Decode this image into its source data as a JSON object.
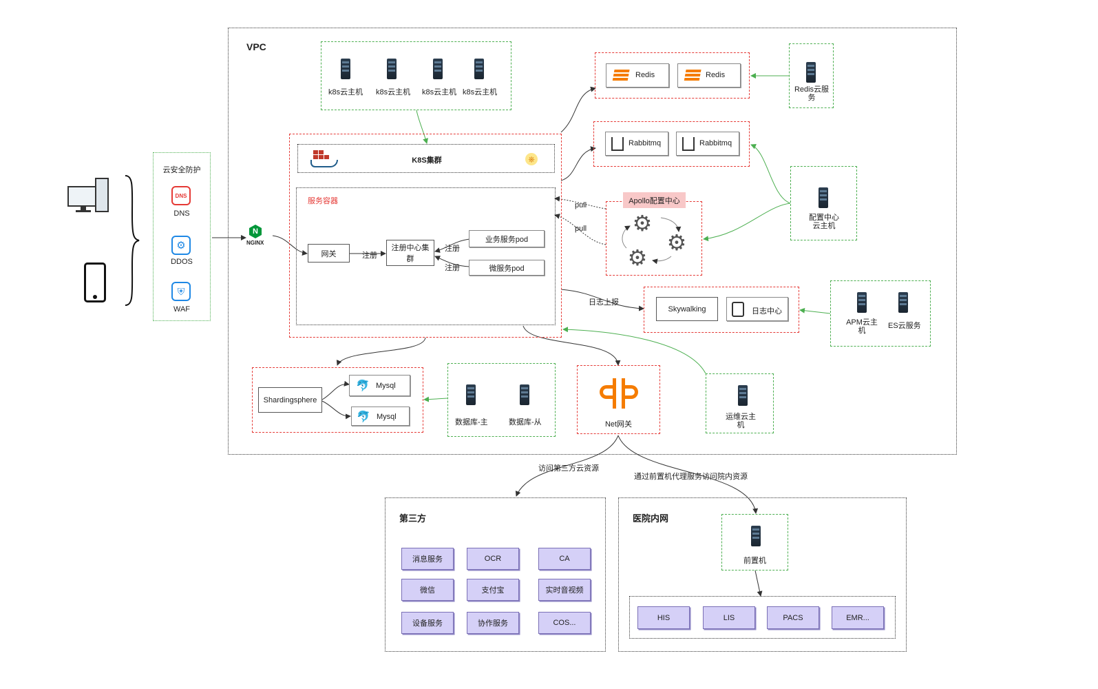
{
  "vpc": {
    "title": "VPC"
  },
  "k8s_hosts": {
    "labels": [
      "k8s云主机",
      "k8s云主机",
      "k8s云主机",
      "k8s云主机"
    ]
  },
  "k8s_cluster": {
    "title": "K8S集群"
  },
  "service_container": {
    "title": "服务容器"
  },
  "gateway": "网关",
  "registry": "注册中心集群",
  "register_label": "注册",
  "pods": {
    "business": "业务服务pod",
    "micro": "微服务pod"
  },
  "redis": {
    "items": [
      "Redis",
      "Redis"
    ],
    "cloud": "Redis云服务"
  },
  "rabbitmq": {
    "items": [
      "Rabbitmq",
      "Rabbitmq"
    ]
  },
  "apollo": {
    "title": "Apollo配置中心",
    "pull": "pull",
    "host": "配置中心云主机"
  },
  "logging": {
    "report": "日志上报",
    "skywalking": "Skywalking",
    "log_center": "日志中心",
    "apm": "APM云主机",
    "es": "ES云服务"
  },
  "ops_host": "运维云主机",
  "netgw": "Net网关",
  "db": {
    "sharding": "Shardingsphere",
    "mysql": [
      "Mysql",
      "Mysql"
    ],
    "master": "数据库-主",
    "slave": "数据库-从"
  },
  "security": {
    "title": "云安全防护",
    "items": [
      "DNS",
      "DDOS",
      "WAF"
    ]
  },
  "nginx": "NGINX",
  "links": {
    "third_party": "访问第三方云资源",
    "hospital": "通过前置机代理服务访问院内资源"
  },
  "third_party": {
    "title": "第三方",
    "items": [
      "消息服务",
      "OCR",
      "CA",
      "微信",
      "支付宝",
      "实时音视频",
      "设备服务",
      "协作服务",
      "COS..."
    ]
  },
  "hospital": {
    "title": "医院内网",
    "front": "前置机",
    "items": [
      "HIS",
      "LIS",
      "PACS",
      "EMR..."
    ]
  },
  "colors": {
    "green": "#4caf50",
    "red": "#e53935",
    "purple": "#d5d0f7",
    "orange": "#f57c00"
  }
}
